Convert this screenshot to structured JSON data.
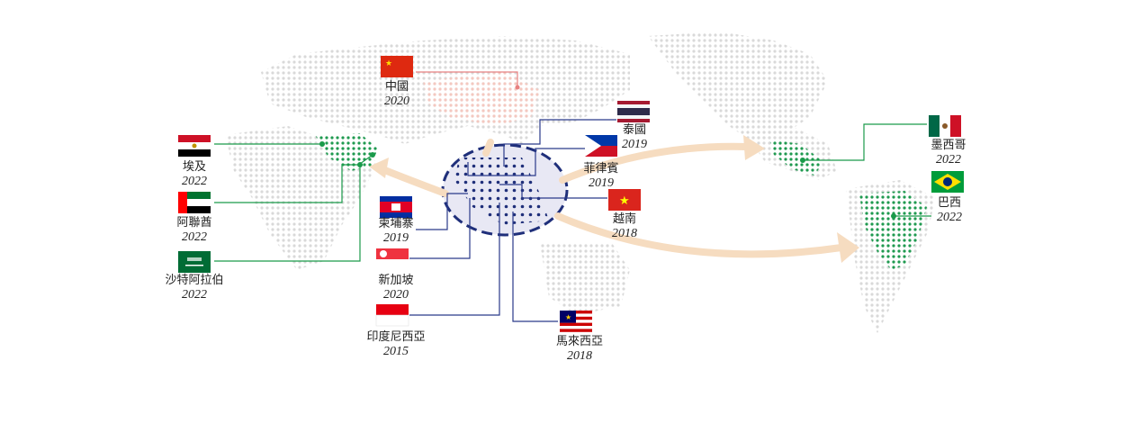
{
  "colors": {
    "hub_blue": "#2a3a8a",
    "hub_fill": "#e6e6f2",
    "middle_east_green": "#1a9a4a",
    "americas_green": "#1a9a4a",
    "china_red": "#e07070",
    "arrow": "#f6dcc0",
    "map_dots": "#d8d8d8"
  },
  "countries": [
    {
      "id": "china",
      "name": "中國",
      "year": "2020",
      "flag_icon": "china-flag-icon"
    },
    {
      "id": "thailand",
      "name": "泰國",
      "year": "2019",
      "flag_icon": "thailand-flag-icon"
    },
    {
      "id": "philippines",
      "name": "菲律賓",
      "year": "2019",
      "flag_icon": "philippines-flag-icon"
    },
    {
      "id": "vietnam",
      "name": "越南",
      "year": "2018",
      "flag_icon": "vietnam-flag-icon"
    },
    {
      "id": "cambodia",
      "name": "柬埔寨",
      "year": "2019",
      "flag_icon": "cambodia-flag-icon"
    },
    {
      "id": "singapore",
      "name": "新加坡",
      "year": "2020",
      "flag_icon": "singapore-flag-icon"
    },
    {
      "id": "indonesia",
      "name": "印度尼西亞",
      "year": "2015",
      "flag_icon": "indonesia-flag-icon"
    },
    {
      "id": "malaysia",
      "name": "馬來西亞",
      "year": "2018",
      "flag_icon": "malaysia-flag-icon"
    },
    {
      "id": "egypt",
      "name": "埃及",
      "year": "2022",
      "flag_icon": "egypt-flag-icon"
    },
    {
      "id": "uae",
      "name": "阿聯酋",
      "year": "2022",
      "flag_icon": "uae-flag-icon"
    },
    {
      "id": "saudi",
      "name": "沙特阿拉伯",
      "year": "2022",
      "flag_icon": "saudi-flag-icon"
    },
    {
      "id": "mexico",
      "name": "墨西哥",
      "year": "2022",
      "flag_icon": "mexico-flag-icon"
    },
    {
      "id": "brazil",
      "name": "巴西",
      "year": "2022",
      "flag_icon": "brazil-flag-icon"
    }
  ]
}
